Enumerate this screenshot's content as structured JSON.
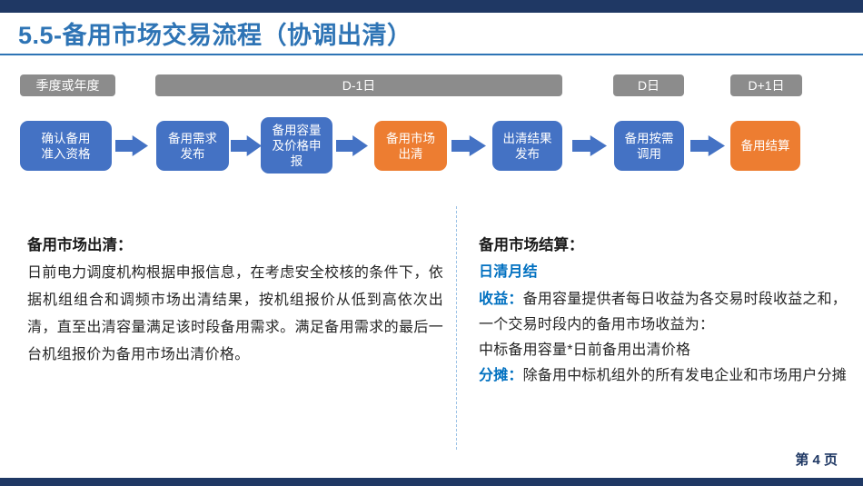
{
  "slide": {
    "title": "5.5-备用市场交易流程（协调出清）",
    "page_number": "第 4 页"
  },
  "colors": {
    "bar_navy": "#1F3864",
    "title_blue": "#2E74B5",
    "step_blue": "#4472C4",
    "step_orange": "#ED7D31",
    "timeline_gray": "#8C8C8C",
    "highlight_blue": "#0070C0",
    "divider_dash_blue": "#9DC3E6"
  },
  "timeline": {
    "labels": [
      "季度或年度",
      "D-1日",
      "D日",
      "D+1日"
    ]
  },
  "flow": {
    "steps": [
      {
        "label": "确认备用\n准入资格",
        "color": "#4472C4"
      },
      {
        "label": "备用需求\n发布",
        "color": "#4472C4"
      },
      {
        "label": "备用容量\n及价格申\n报",
        "color": "#4472C4"
      },
      {
        "label": "备用市场\n出清",
        "color": "#ED7D31"
      },
      {
        "label": "出清结果\n发布",
        "color": "#4472C4"
      },
      {
        "label": "备用按需\n调用",
        "color": "#4472C4"
      },
      {
        "label": "备用结算",
        "color": "#ED7D31"
      }
    ]
  },
  "left_panel": {
    "heading": "备用市场出清：",
    "body": "日前电力调度机构根据申报信息，在考虑安全校核的条件下，依据机组组合和调频市场出清结果，按机组报价从低到高依次出清，直至出清容量满足该时段备用需求。满足备用需求的最后一台机组报价为备用市场出清价格。"
  },
  "right_panel": {
    "heading": "备用市场结算：",
    "subheading": "日清月结",
    "income_label": "收益：",
    "income_text": "备用容量提供者每日收益为各交易时段收益之和，一个交易时段内的备用市场收益为：",
    "formula": "中标备用容量*日前备用出清价格",
    "share_label": "分摊：",
    "share_text": "除备用中标机组外的所有发电企业和市场用户分摊"
  }
}
